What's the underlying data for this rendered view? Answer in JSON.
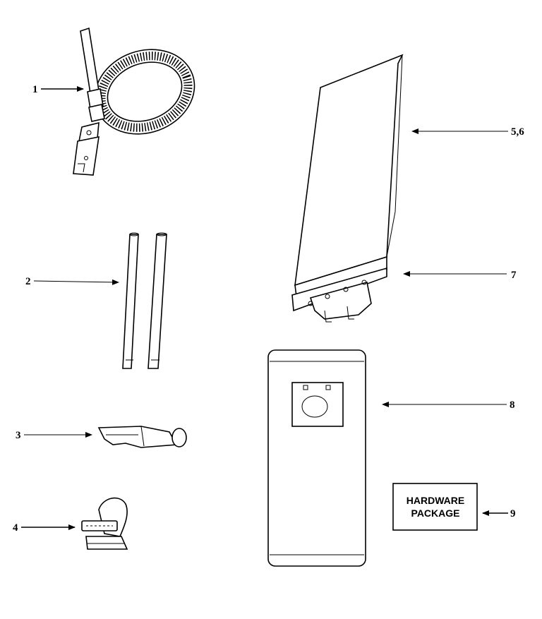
{
  "callouts": {
    "hose": "1",
    "wands": "2",
    "crevice_tool": "3",
    "dusting_brush": "4",
    "bag_housing": "5,6",
    "bag_collar": "7",
    "filter_bag": "8",
    "hardware": "9"
  },
  "hardware_box": {
    "line1": "HARDWARE",
    "line2": "PACKAGE"
  },
  "icons": {
    "arrow": "arrow-icon"
  }
}
